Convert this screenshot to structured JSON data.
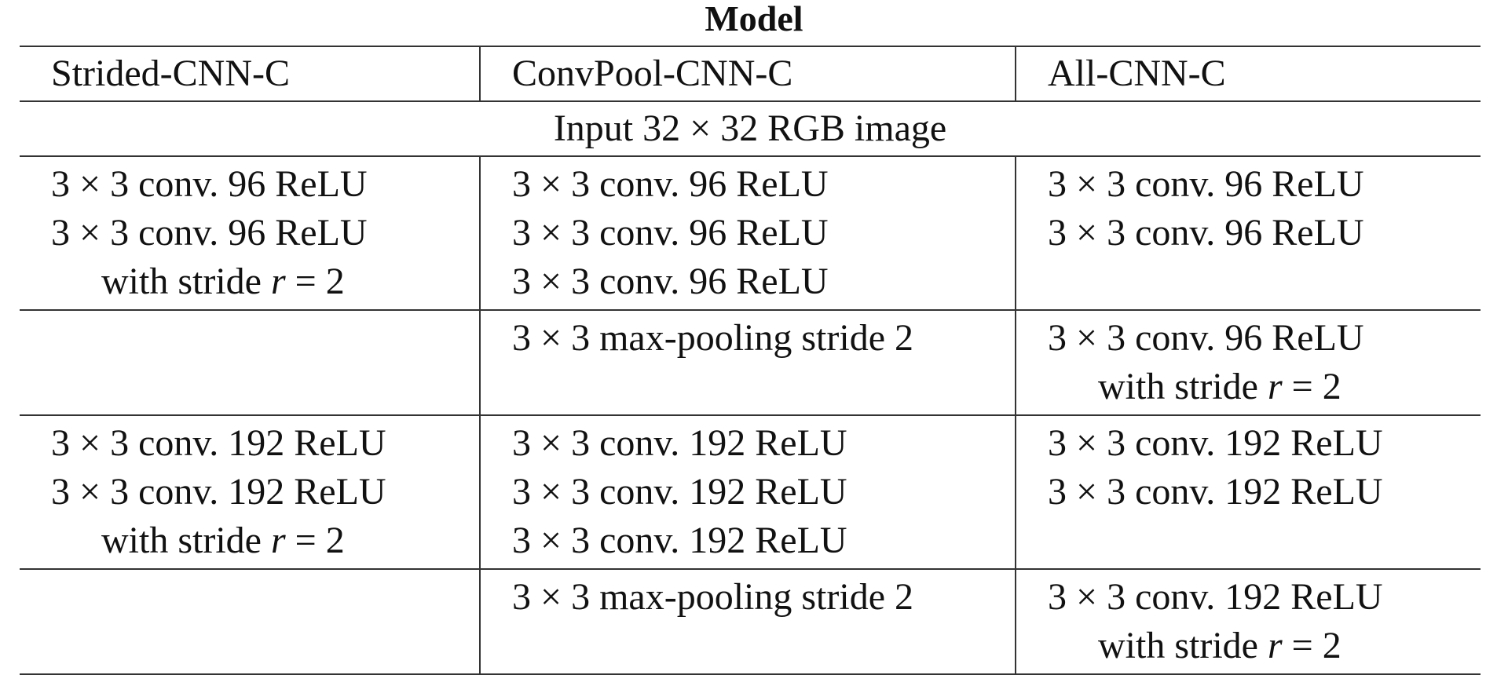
{
  "caption": "Model",
  "columns": [
    "Strided-CNN-C",
    "ConvPool-CNN-C",
    "All-CNN-C"
  ],
  "input_row": "Input 32 × 32 RGB image",
  "blocks": [
    {
      "strided": [
        {
          "text": "3 × 3 conv. 96 ReLU",
          "indent": false
        },
        {
          "text": "3 × 3 conv. 96 ReLU",
          "indent": false
        },
        {
          "text": "with stride r = 2",
          "indent": true
        }
      ],
      "convpool": [
        {
          "text": "3 × 3 conv. 96 ReLU",
          "indent": false
        },
        {
          "text": "3 × 3 conv. 96 ReLU",
          "indent": false
        },
        {
          "text": "3 × 3 conv. 96 ReLU",
          "indent": false
        }
      ],
      "allcnn": [
        {
          "text": "3 × 3 conv. 96 ReLU",
          "indent": false
        },
        {
          "text": "3 × 3 conv. 96 ReLU",
          "indent": false
        }
      ]
    },
    {
      "strided": [],
      "convpool": [
        {
          "text": "3 × 3 max-pooling stride 2",
          "indent": false
        }
      ],
      "allcnn": [
        {
          "text": "3 × 3 conv. 96 ReLU",
          "indent": false
        },
        {
          "text": "with stride r = 2",
          "indent": true
        }
      ]
    },
    {
      "strided": [
        {
          "text": "3 × 3 conv. 192 ReLU",
          "indent": false
        },
        {
          "text": "3 × 3 conv. 192 ReLU",
          "indent": false
        },
        {
          "text": "with stride r = 2",
          "indent": true
        }
      ],
      "convpool": [
        {
          "text": "3 × 3 conv. 192 ReLU",
          "indent": false
        },
        {
          "text": "3 × 3 conv. 192 ReLU",
          "indent": false
        },
        {
          "text": "3 × 3 conv. 192 ReLU",
          "indent": false
        }
      ],
      "allcnn": [
        {
          "text": "3 × 3 conv. 192 ReLU",
          "indent": false
        },
        {
          "text": "3 × 3 conv. 192 ReLU",
          "indent": false
        }
      ]
    },
    {
      "strided": [],
      "convpool": [
        {
          "text": "3 × 3 max-pooling stride 2",
          "indent": false
        }
      ],
      "allcnn": [
        {
          "text": "3 × 3 conv. 192 ReLU",
          "indent": false
        },
        {
          "text": "with stride r = 2",
          "indent": true
        }
      ]
    }
  ]
}
